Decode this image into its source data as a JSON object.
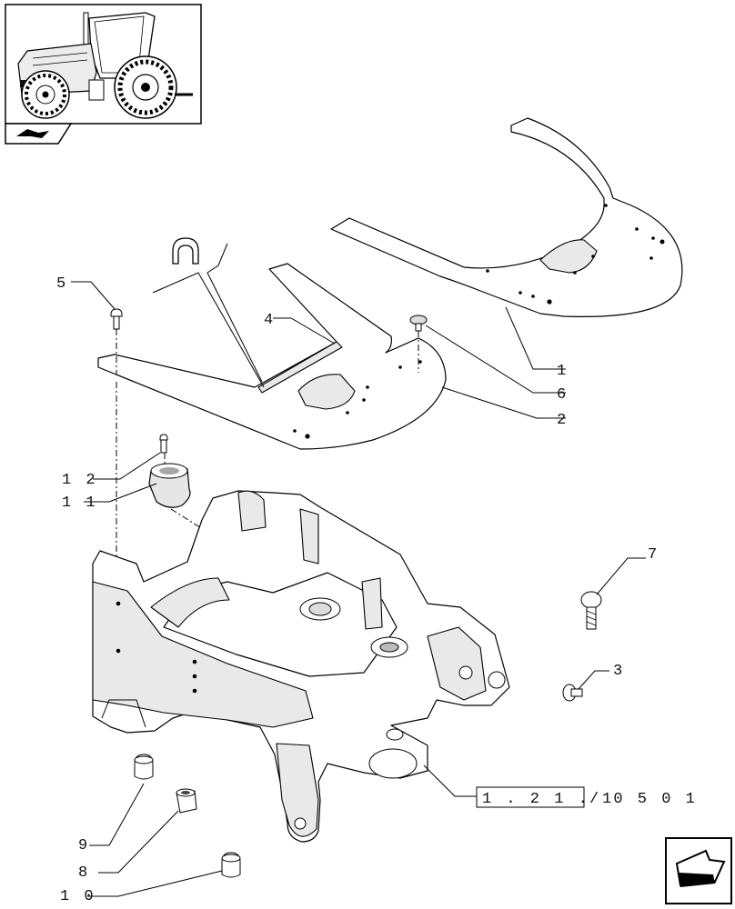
{
  "diagram": {
    "callouts": [
      {
        "id": "c1",
        "text": "1"
      },
      {
        "id": "c2",
        "text": "2"
      },
      {
        "id": "c3",
        "text": "3"
      },
      {
        "id": "c4",
        "text": "4"
      },
      {
        "id": "c5",
        "text": "5"
      },
      {
        "id": "c6",
        "text": "6"
      },
      {
        "id": "c7",
        "text": "7"
      },
      {
        "id": "c8",
        "text": "8"
      },
      {
        "id": "c9",
        "text": "9"
      },
      {
        "id": "c10",
        "text": "1 0"
      },
      {
        "id": "c11",
        "text": "1 1"
      },
      {
        "id": "c12",
        "text": "1 2"
      }
    ],
    "reference": {
      "boxed": "1 . 2 1 . 1",
      "suffix": "/ 0 5   0 1"
    }
  },
  "icons": {
    "thumbnail": "tractor-thumbnail-icon",
    "section": "section-arrow-icon",
    "next_page": "next-page-arrow-icon"
  }
}
